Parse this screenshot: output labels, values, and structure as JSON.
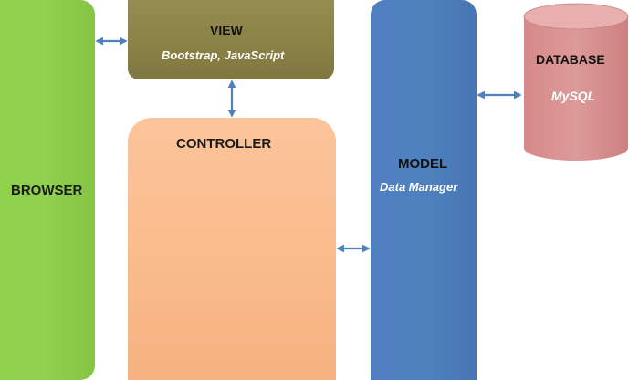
{
  "browser": {
    "title": "BROWSER"
  },
  "view": {
    "title": "VIEW",
    "subtitle": "Bootstrap, JavaScript"
  },
  "controller": {
    "title": "CONTROLLER"
  },
  "model": {
    "title": "MODEL",
    "subtitle": "Data Manager"
  },
  "database": {
    "title": "DATABASE",
    "subtitle": "MySQL"
  },
  "colors": {
    "browser": "#92d050",
    "view": "#8a8145",
    "controller": "#f9bb8b",
    "model": "#4f81bd",
    "database": "#d99594",
    "arrow": "#4f81bd"
  }
}
